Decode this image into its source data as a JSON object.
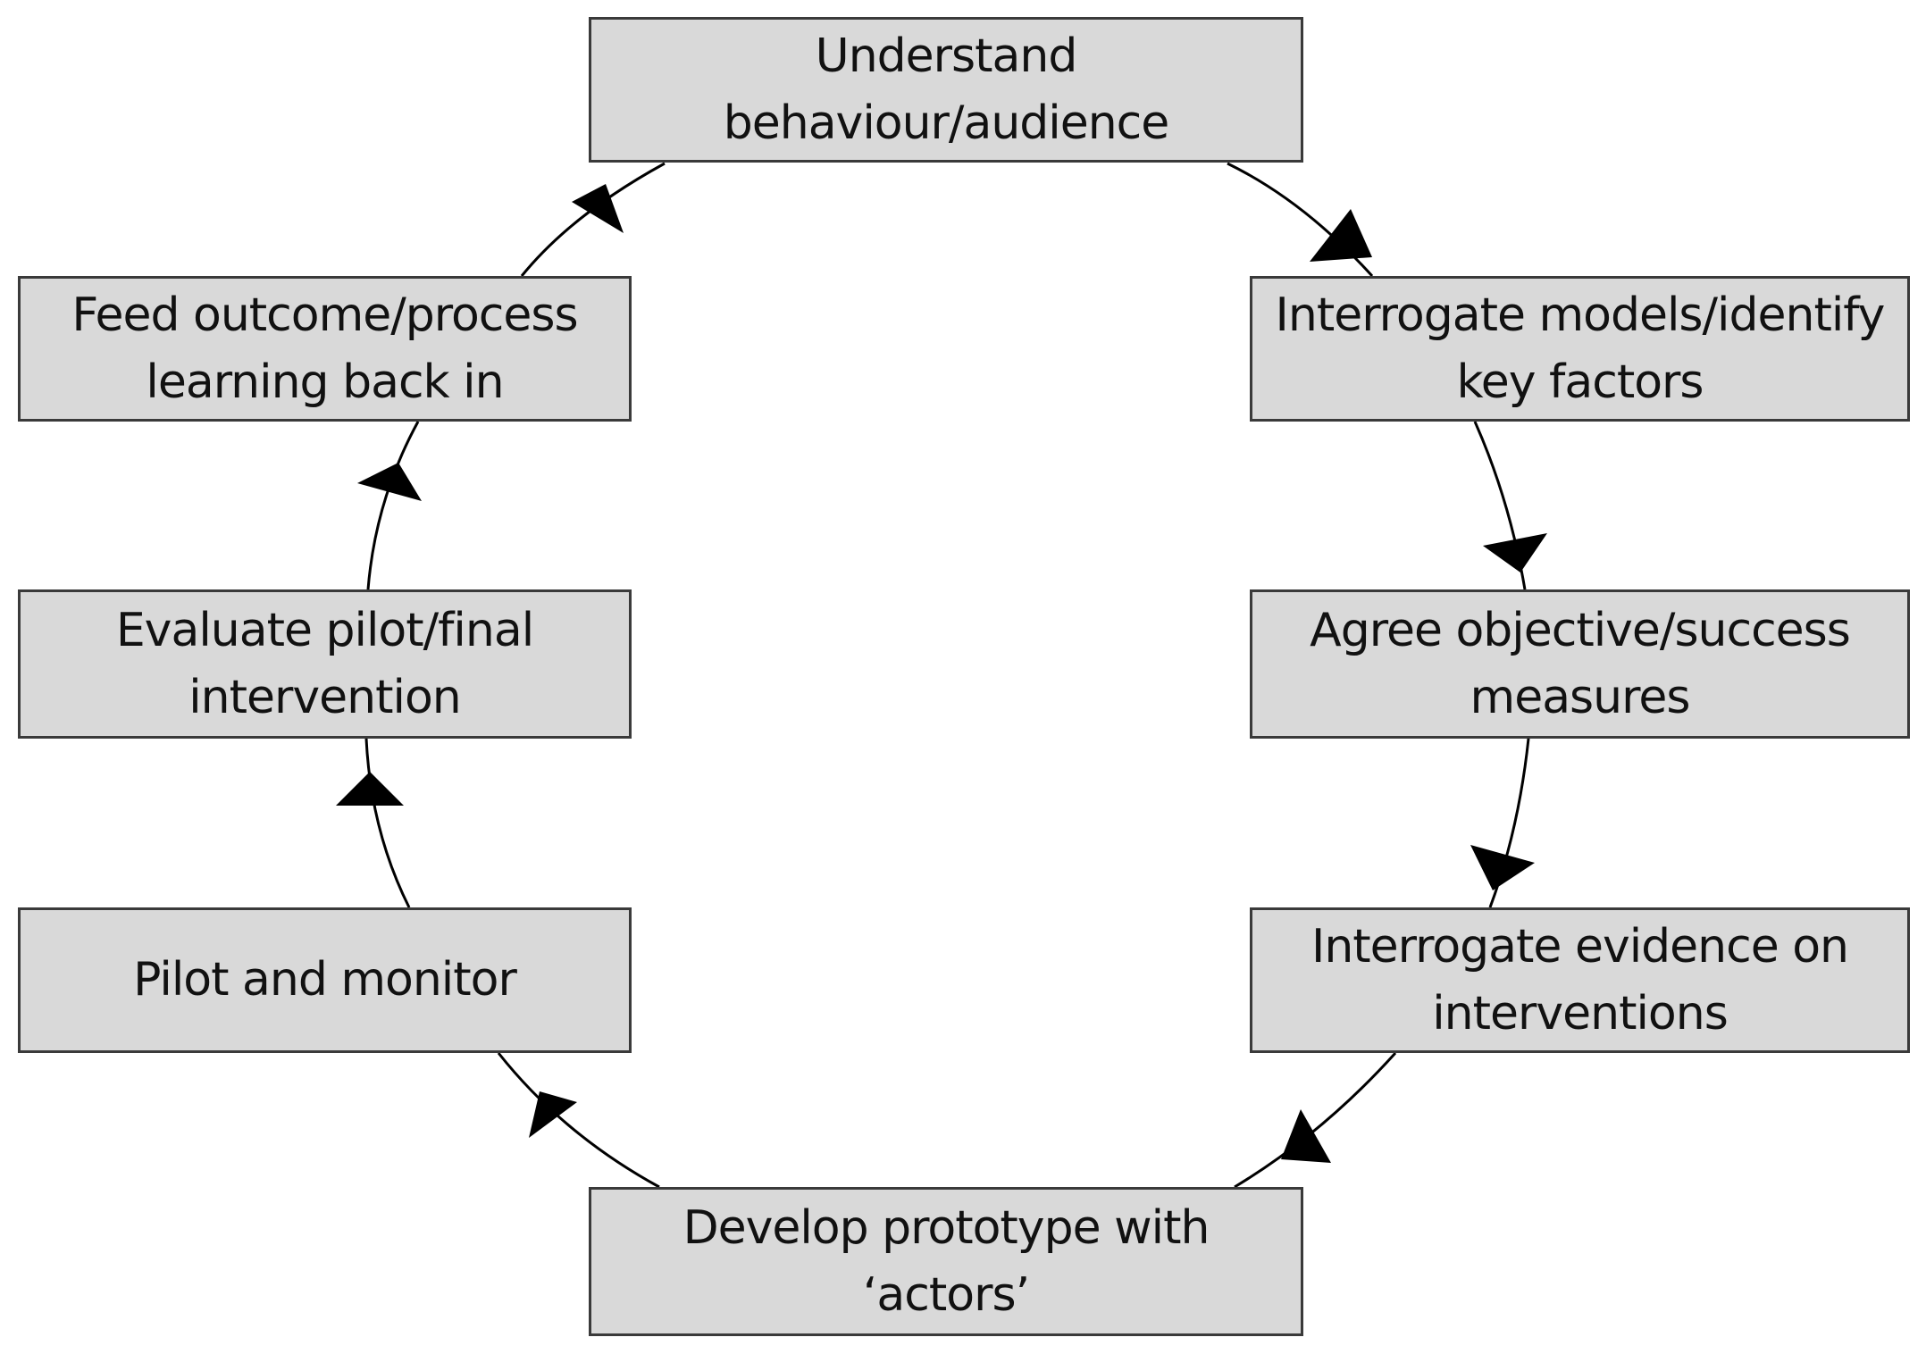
{
  "diagram": {
    "steps": [
      {
        "id": "understand",
        "label": "Understand\nbehaviour/audience"
      },
      {
        "id": "interrogate-models",
        "label": "Interrogate models/identify\nkey factors"
      },
      {
        "id": "agree",
        "label": "Agree objective/success\nmeasures"
      },
      {
        "id": "evidence",
        "label": "Interrogate evidence on\ninterventions"
      },
      {
        "id": "develop",
        "label": "Develop prototype with\n‘actors’"
      },
      {
        "id": "pilot",
        "label": "Pilot and monitor"
      },
      {
        "id": "evaluate",
        "label": "Evaluate pilot/final\nintervention"
      },
      {
        "id": "feed",
        "label": "Feed outcome/process\nlearning back in"
      }
    ],
    "flow": "clockwise",
    "colors": {
      "box_fill": "#d9d9d9",
      "box_border": "#3a3a3a",
      "arrow": "#000000",
      "text": "#111111"
    }
  }
}
